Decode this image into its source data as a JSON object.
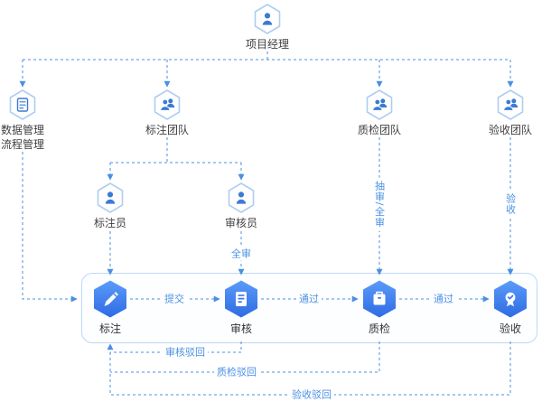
{
  "nodes": {
    "project_manager": {
      "label": "项目经理",
      "icon": "person-icon"
    },
    "data_management": {
      "label_line1": "数据管理",
      "label_line2": "流程管理",
      "icon": "document-list-icon"
    },
    "annotation_team": {
      "label": "标注团队",
      "icon": "team-icon"
    },
    "qc_team": {
      "label": "质检团队",
      "icon": "team-icon"
    },
    "acceptance_team": {
      "label": "验收团队",
      "icon": "team-icon"
    },
    "annotator": {
      "label": "标注员",
      "icon": "person-icon"
    },
    "reviewer": {
      "label": "审核员",
      "icon": "person-icon"
    },
    "annotate_step": {
      "label": "标注",
      "icon": "pencil-icon"
    },
    "review_step": {
      "label": "审核",
      "icon": "document-check-icon"
    },
    "qc_step": {
      "label": "质检",
      "icon": "briefcase-icon"
    },
    "acceptance_step": {
      "label": "验收",
      "icon": "badge-check-icon"
    }
  },
  "edge_labels": {
    "sampling_or_full_review": "抽审/全审",
    "acceptance": "验收",
    "full_review": "全审",
    "submit": "提交",
    "pass_review_to_qc": "通过",
    "pass_qc_to_acceptance": "通过",
    "review_reject": "审核驳回",
    "qc_reject": "质检驳回",
    "acceptance_reject": "验收驳回"
  },
  "colors": {
    "line": "#4a90e2",
    "edge_label_text": "#4a90e2",
    "hex_outline_stroke": "#aecdf2",
    "hex_glyph_blue": "#3a7bd5",
    "hex_filled_top": "#5b9bf8",
    "hex_filled_bottom": "#2e6be4",
    "node_label_text": "#404040",
    "container_border": "#bfd8f6",
    "background": "#ffffff"
  }
}
